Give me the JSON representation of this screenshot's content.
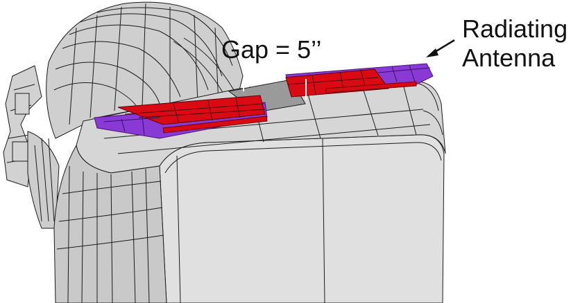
{
  "annotations": {
    "gap_label": "Gap = 5’’",
    "antenna_label_line1": "Radiating",
    "antenna_label_line2": "Antenna"
  },
  "colors": {
    "body": "#d9d9d9",
    "mesh": "#1a1a1a",
    "antenna_red": "#d90a14",
    "antenna_purple": "#8a3ad4"
  }
}
